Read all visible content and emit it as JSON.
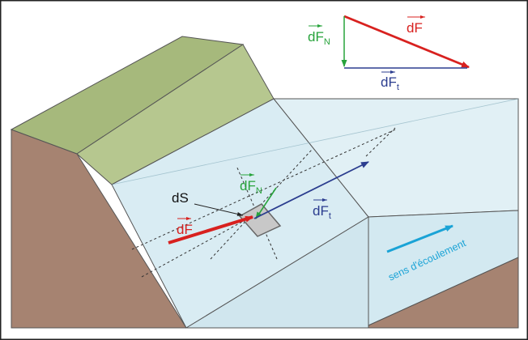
{
  "labels": {
    "dF_main": "dF",
    "dF_triangle": "dF",
    "dFN_triangle_base": "dF",
    "dFN_triangle_sub": "N",
    "dFt_triangle_base": "dF",
    "dFt_triangle_sub": "t",
    "dFN_surface_base": "dF",
    "dFN_surface_sub": "N",
    "dFt_surface_base": "dF",
    "dFt_surface_sub": "t",
    "dS": "dS",
    "flow_direction": "sens d'écoulement"
  },
  "colors": {
    "soil": "#a68371",
    "grass_top": "#a6b97c",
    "grass_face": "#b6c78f",
    "water": "#d9ecf3",
    "water_edge": "#c6dfe8",
    "force_red": "#d8211f",
    "force_green": "#27a33b",
    "force_blue": "#2b3d8f",
    "flow_arrow": "#1aa3d6",
    "surface_element": "#c8c8c8"
  }
}
